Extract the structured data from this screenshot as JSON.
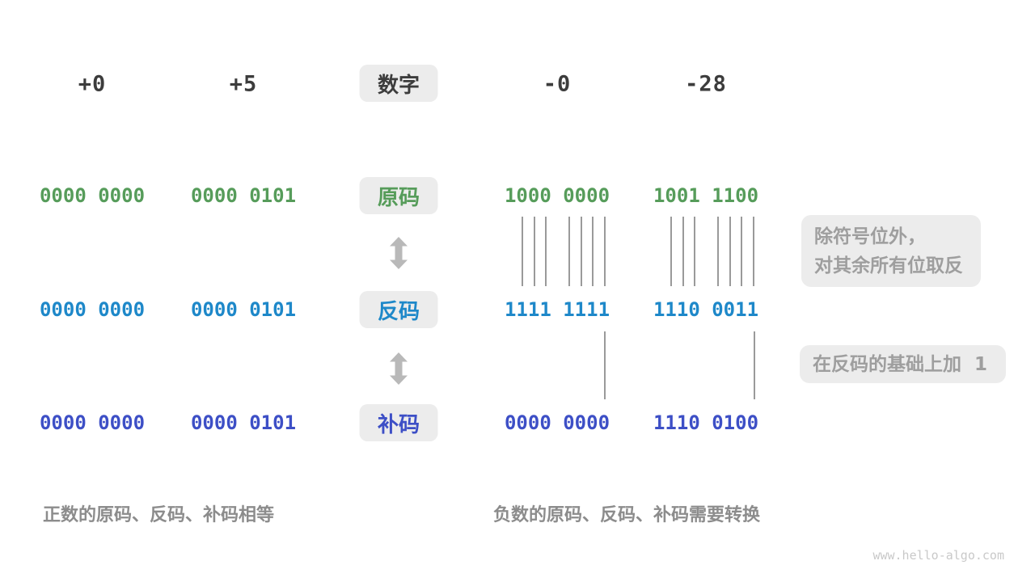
{
  "header": {
    "label": "数字",
    "numbers": [
      "+0",
      "+5",
      "-0",
      "-28"
    ]
  },
  "rows": [
    {
      "id": "sign-magnitude",
      "label": "原码",
      "color": "#569c5a",
      "values": [
        "0000 0000",
        "0000 0101",
        "1000 0000",
        "1001 1100"
      ]
    },
    {
      "id": "ones-complement",
      "label": "反码",
      "color": "#1e88c9",
      "values": [
        "0000 0000",
        "0000 0101",
        "1111 1111",
        "1110 0011"
      ]
    },
    {
      "id": "twos-complement",
      "label": "补码",
      "color": "#3d4fc6",
      "values": [
        "0000 0000",
        "0000 0101",
        "0000 0000",
        "1110 0100"
      ]
    }
  ],
  "annotations": {
    "flip_line1": "除符号位外，",
    "flip_line2": "对其余所有位取反",
    "add_one": "在反码的基础上加  1"
  },
  "captions": {
    "positive": "正数的原码、反码、补码相等",
    "negative": "负数的原码、反码、补码需要转换"
  },
  "watermark": "www.hello-algo.com",
  "colors": {
    "header_text": "#3c3c3c",
    "box_bg": "#ececec",
    "annotation_text": "#9e9e9e",
    "caption_text": "#8c8c8c",
    "arrow": "#b9b9b9",
    "bit_line": "#9a9a9a",
    "watermark_text": "#c9c9c9"
  }
}
